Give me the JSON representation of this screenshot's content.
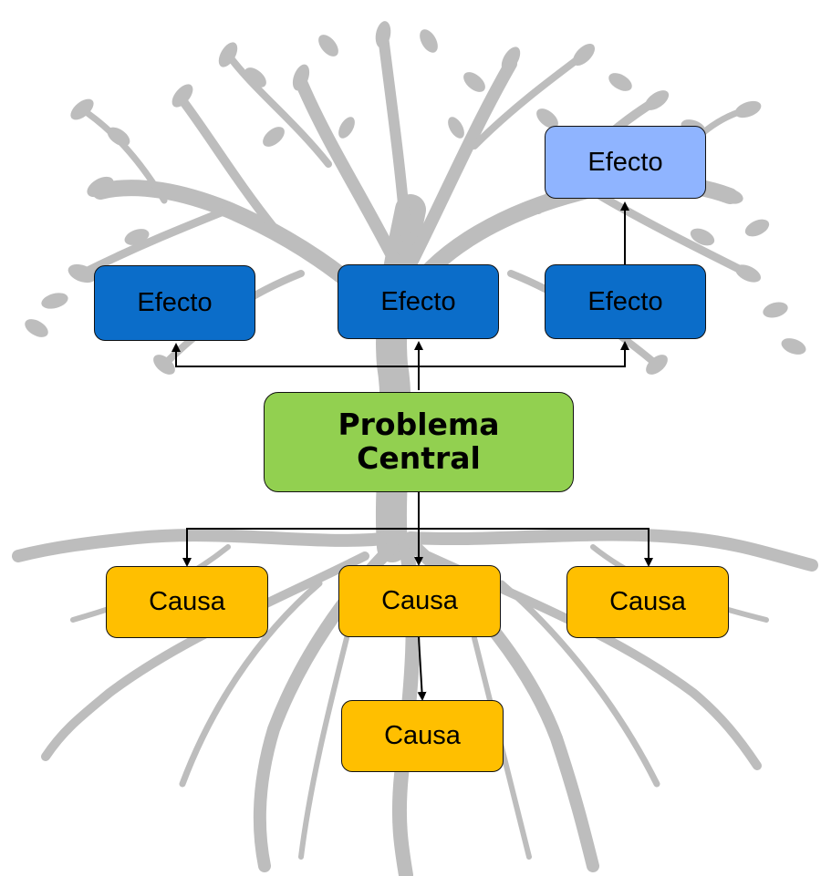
{
  "central": {
    "line1": "Problema",
    "line2": "Central"
  },
  "effects": [
    {
      "id": "efecto-left",
      "label": "Efecto"
    },
    {
      "id": "efecto-middle",
      "label": "Efecto"
    },
    {
      "id": "efecto-right",
      "label": "Efecto"
    },
    {
      "id": "efecto-top",
      "label": "Efecto"
    }
  ],
  "causes": [
    {
      "id": "causa-left",
      "label": "Causa"
    },
    {
      "id": "causa-middle",
      "label": "Causa"
    },
    {
      "id": "causa-right",
      "label": "Causa"
    },
    {
      "id": "causa-bottom",
      "label": "Causa"
    }
  ],
  "colors": {
    "effect": "#0b6dc9",
    "effect_secondary": "#8fb4ff",
    "central": "#92d050",
    "cause": "#ffbf00",
    "tree": "#bdbdbd",
    "arrow": "#000000"
  },
  "edges": [
    {
      "from": "central",
      "to": "efecto-left"
    },
    {
      "from": "central",
      "to": "efecto-middle"
    },
    {
      "from": "central",
      "to": "efecto-right"
    },
    {
      "from": "efecto-right",
      "to": "efecto-top"
    },
    {
      "from": "central",
      "to": "causa-left"
    },
    {
      "from": "central",
      "to": "causa-middle"
    },
    {
      "from": "central",
      "to": "causa-right"
    },
    {
      "from": "causa-middle",
      "to": "causa-bottom"
    }
  ]
}
